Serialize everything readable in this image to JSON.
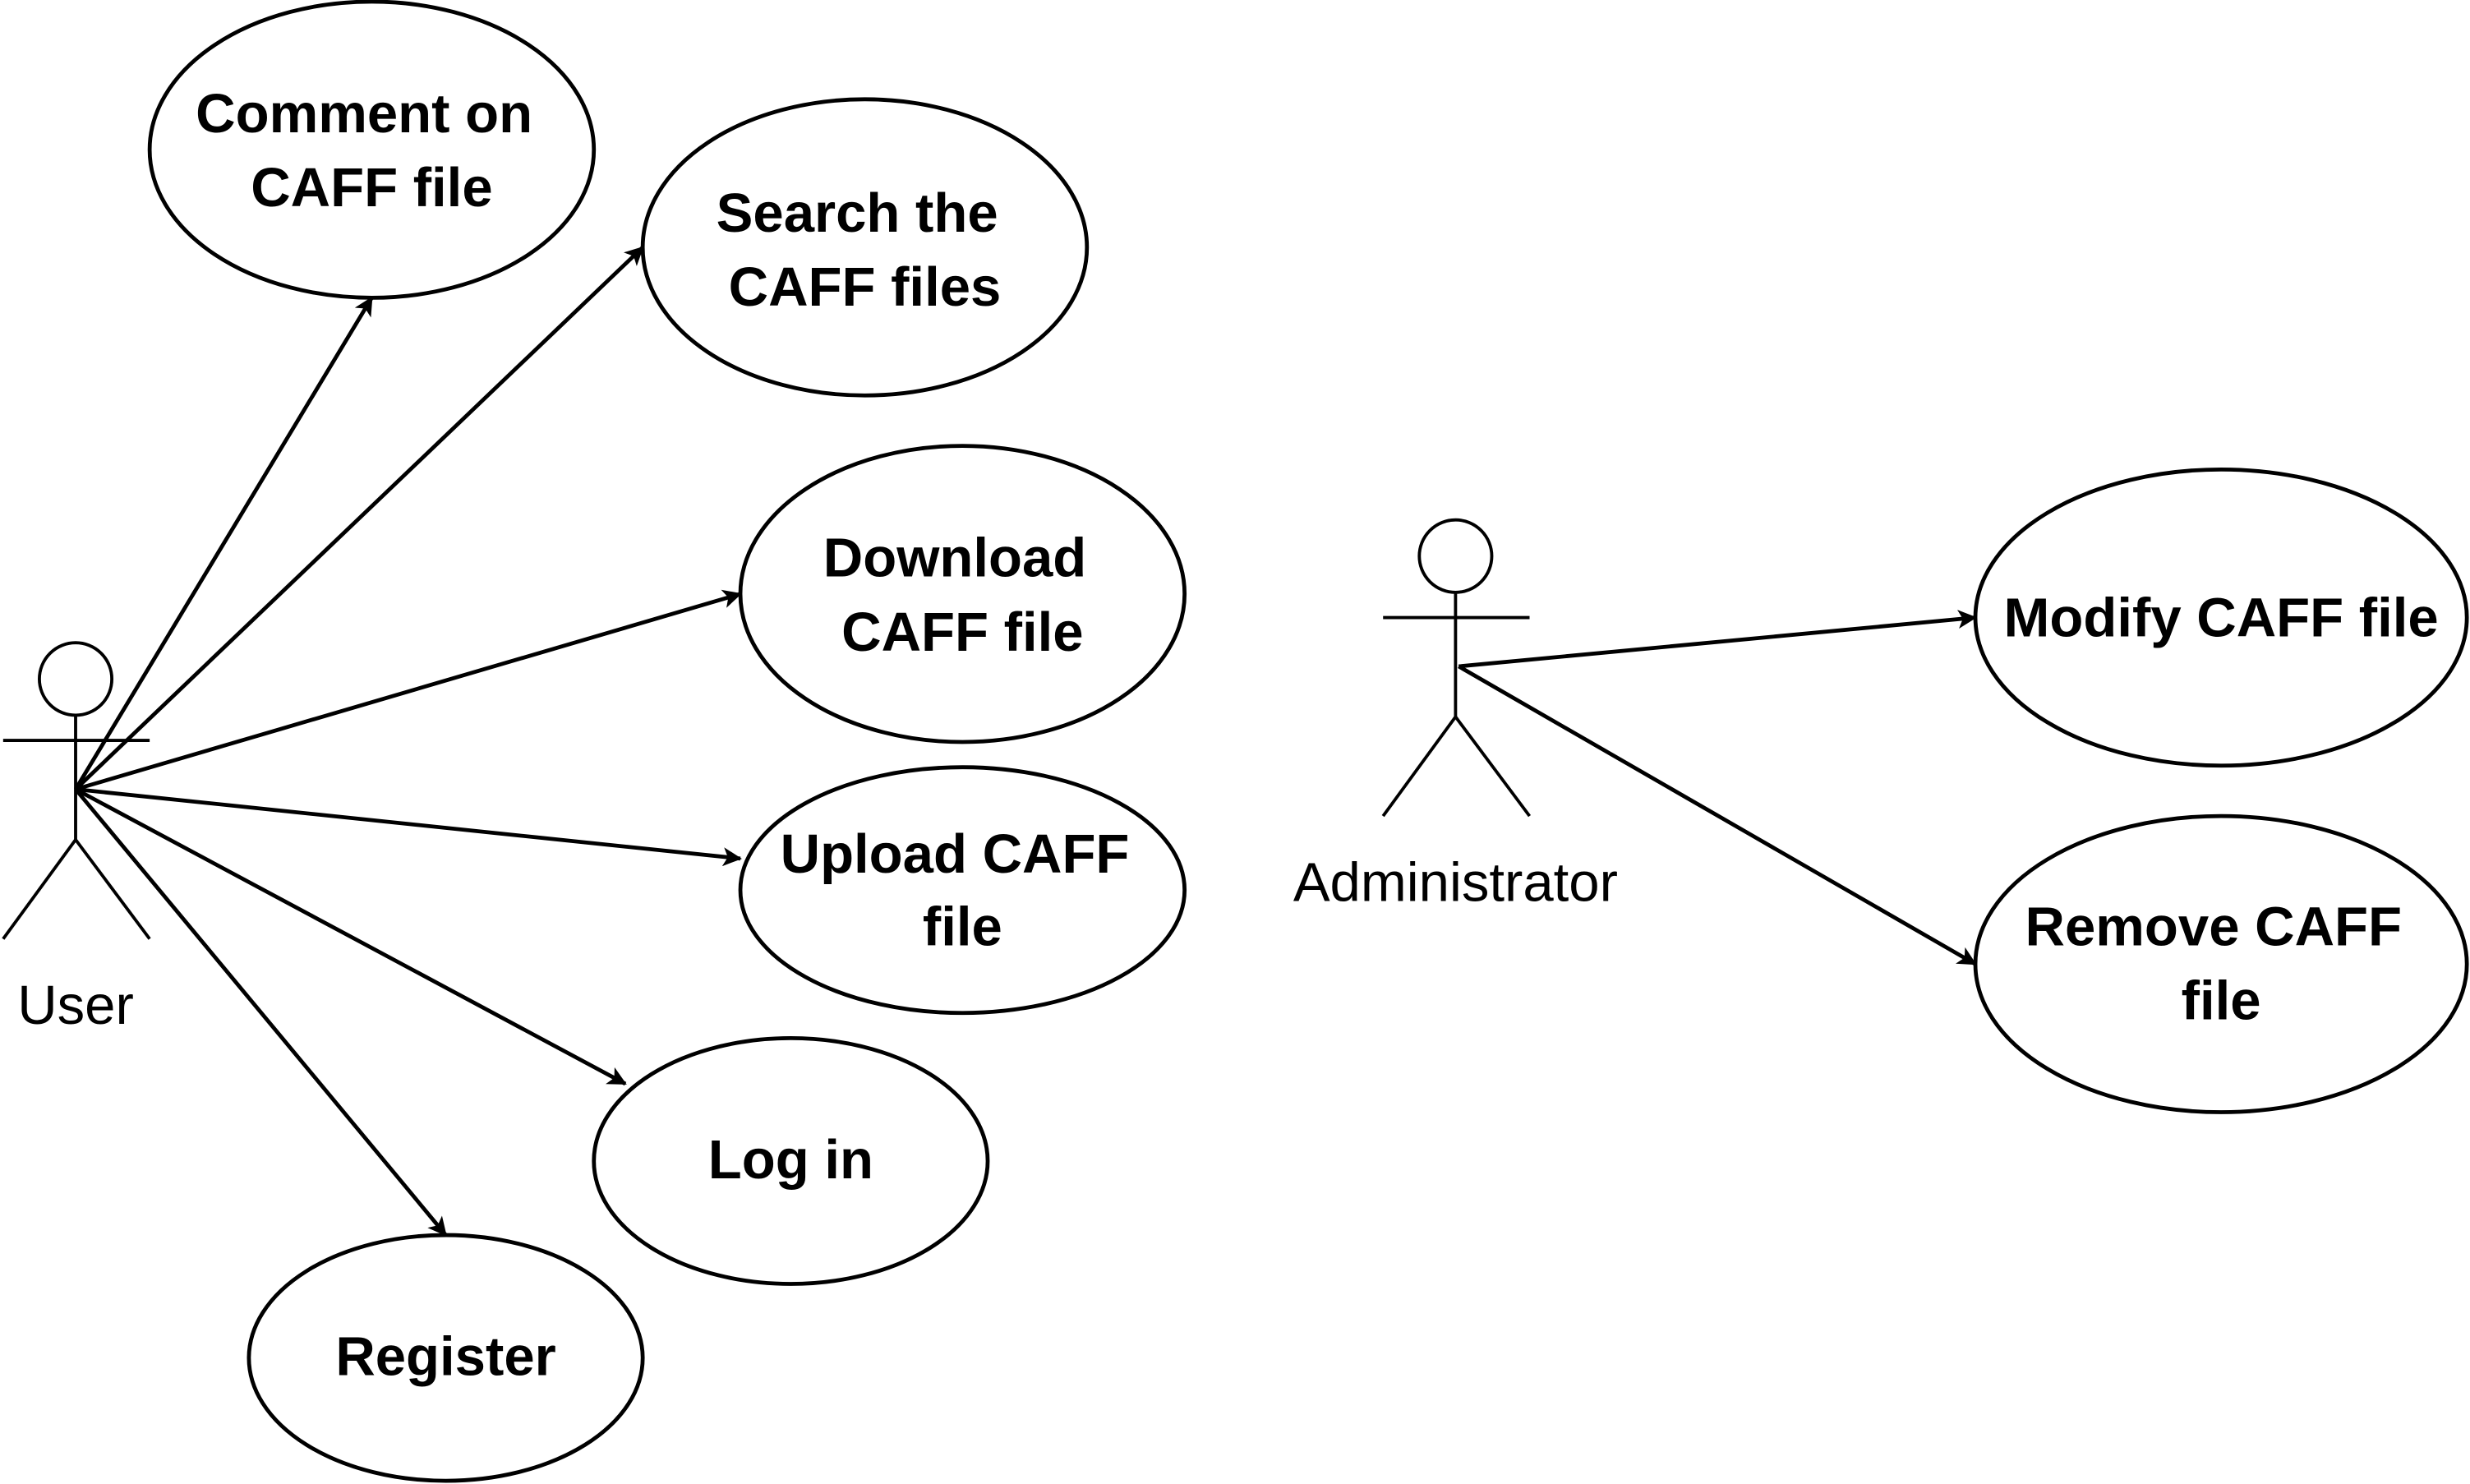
{
  "colors": {
    "stroke": "#000000",
    "fill": "#ffffff",
    "text": "#000000"
  },
  "actors": {
    "user": {
      "label": "User"
    },
    "admin": {
      "label": "Administrator"
    }
  },
  "use_cases": {
    "comment": {
      "lines": [
        "Comment on",
        "CAFF file"
      ]
    },
    "search": {
      "lines": [
        "Search the",
        "CAFF files"
      ]
    },
    "download": {
      "lines": [
        "Download",
        "CAFF file"
      ]
    },
    "upload": {
      "lines": [
        "Upload CAFF",
        "file"
      ]
    },
    "login": {
      "lines": [
        "Log in"
      ]
    },
    "register": {
      "lines": [
        "Register"
      ]
    },
    "modify": {
      "lines": [
        "Modify CAFF file"
      ]
    },
    "remove": {
      "lines": [
        "Remove CAFF",
        "file"
      ]
    }
  },
  "associations": [
    {
      "from": "user",
      "to": "comment"
    },
    {
      "from": "user",
      "to": "search"
    },
    {
      "from": "user",
      "to": "download"
    },
    {
      "from": "user",
      "to": "upload"
    },
    {
      "from": "user",
      "to": "login"
    },
    {
      "from": "user",
      "to": "register"
    },
    {
      "from": "admin",
      "to": "modify"
    },
    {
      "from": "admin",
      "to": "remove"
    }
  ]
}
